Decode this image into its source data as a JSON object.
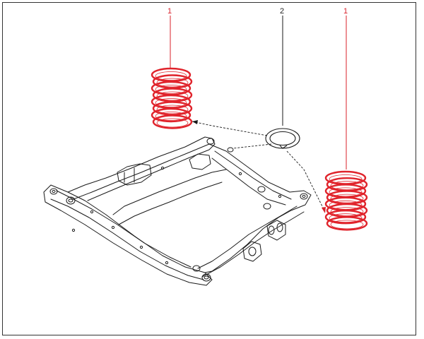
{
  "diagram": {
    "callouts": [
      {
        "id": "spring-left",
        "label": "1"
      },
      {
        "id": "isolator",
        "label": "2"
      },
      {
        "id": "spring-right",
        "label": "1"
      }
    ],
    "colors": {
      "spring": "#e0232b",
      "leader_spring": "#d8202a",
      "line_art": "#1a1a1a",
      "frame": "#333333",
      "background": "#ffffff"
    },
    "parts": {
      "springs": "coil-spring-icon",
      "isolator": "spring-isolator-ring-icon",
      "subframe": "front-subframe-icon"
    }
  }
}
